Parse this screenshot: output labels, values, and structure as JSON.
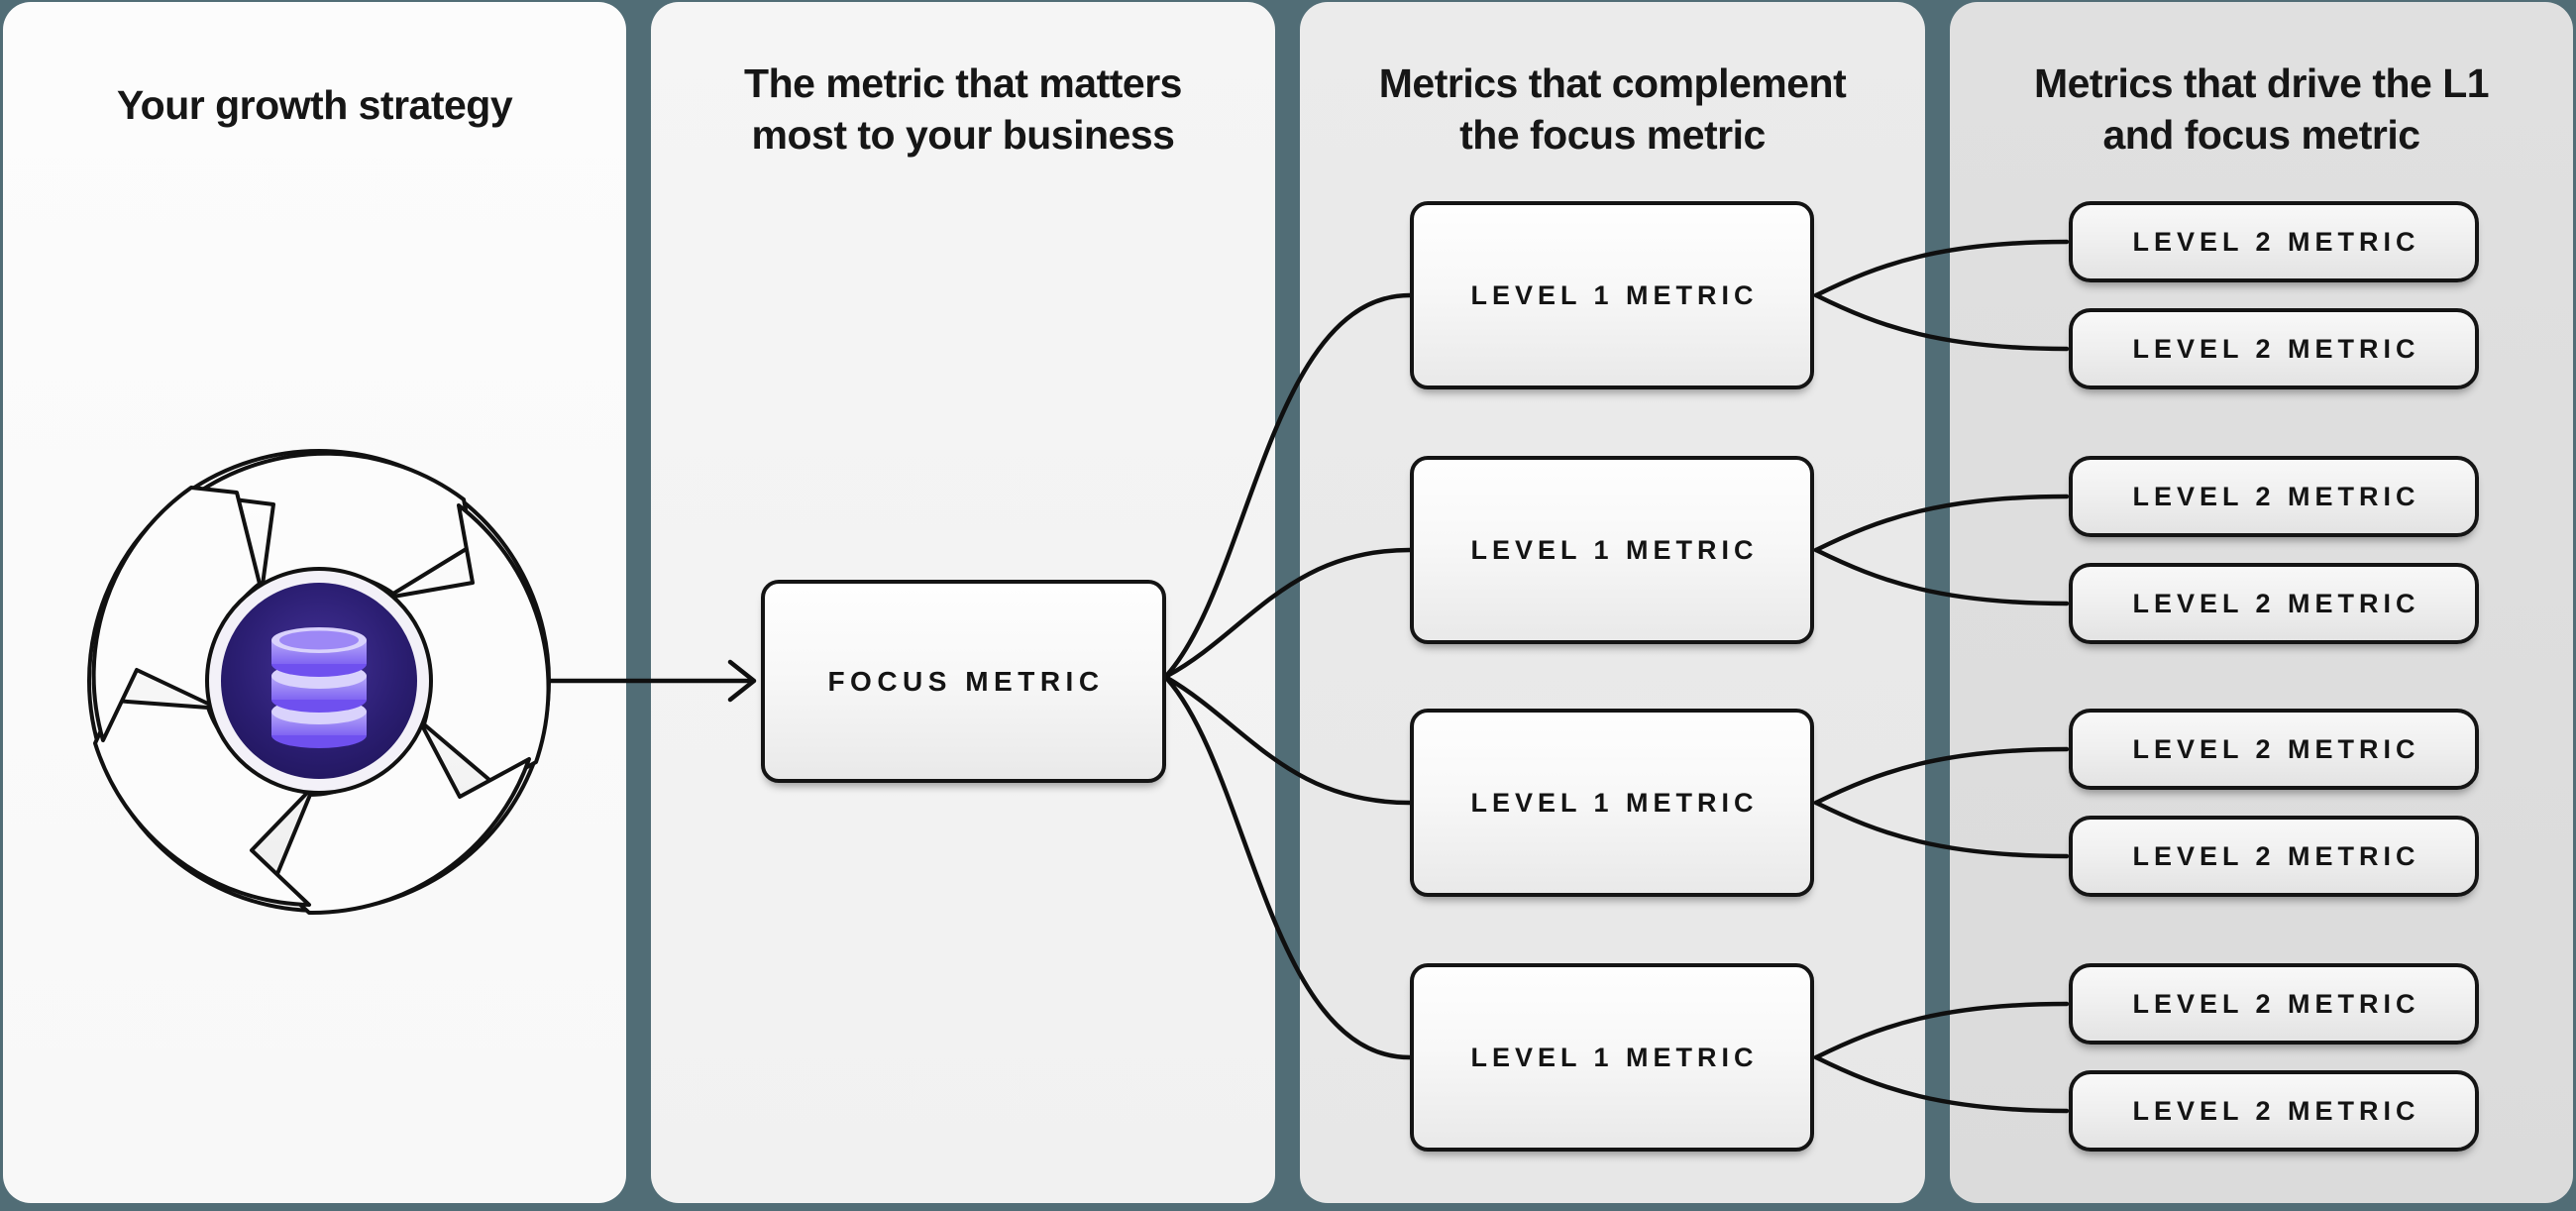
{
  "headers": {
    "col1": "Your growth strategy",
    "col2": "The metric that matters\nmost to your business",
    "col3": "Metrics that complement\nthe focus metric",
    "col4": "Metrics that drive the L1\nand focus metric"
  },
  "boxes": {
    "focus": "FOCUS METRIC",
    "l1": [
      "LEVEL 1 METRIC",
      "LEVEL 1 METRIC",
      "LEVEL 1 METRIC",
      "LEVEL 1 METRIC"
    ],
    "l2": [
      "LEVEL 2 METRIC",
      "LEVEL 2 METRIC",
      "LEVEL 2 METRIC",
      "LEVEL 2 METRIC",
      "LEVEL 2 METRIC",
      "LEVEL 2 METRIC",
      "LEVEL 2 METRIC",
      "LEVEL 2 METRIC"
    ]
  },
  "icons": {
    "growth_loop": "pinwheel-cycle-icon",
    "database": "database-icon"
  },
  "colors": {
    "background_teal": "#516d76",
    "panel_1": "#fafafa",
    "panel_2": "#f3f3f3",
    "panel_3": "#e9e9e9",
    "panel_4": "#dedede",
    "stroke_black": "#111111",
    "core_purple_dark": "#241a63",
    "disc_purple_light": "#d9d2fc",
    "disc_purple_mid": "#9c86f6",
    "disc_purple_deep": "#7a5cf2"
  }
}
